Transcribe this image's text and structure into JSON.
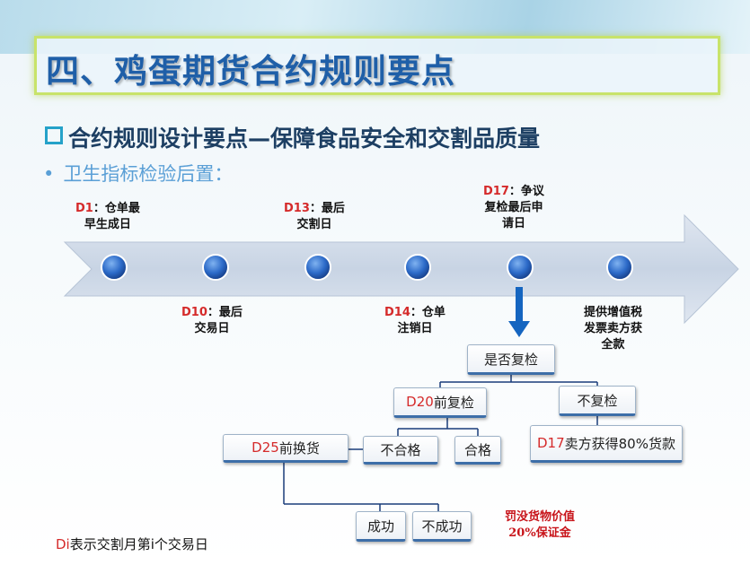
{
  "title": "四、鸡蛋期货合约规则要点",
  "subtitle": "合约规则设计要点—保障食品安全和交割品质量",
  "bullet": "卫生指标检验后置：",
  "timeline": {
    "nodes_top": [
      {
        "code": "D1",
        "text1": "：仓单最",
        "text2": "早生成日"
      },
      {
        "code": "D13",
        "text1": "：最后",
        "text2": "交割日"
      },
      {
        "code": "D17",
        "text1": "：争议",
        "text2": "复检最后申",
        "text3": "请日"
      }
    ],
    "nodes_bottom": [
      {
        "code": "D10",
        "text1": "：最后",
        "text2": "交易日"
      },
      {
        "code": "D14",
        "text1": "：仓单",
        "text2": "注销日"
      },
      {
        "code": "",
        "text1": "提供增值税",
        "text2": "发票卖方获",
        "text3": "全款"
      }
    ]
  },
  "flow": {
    "recheck_q": "是否复检",
    "d20": {
      "code": "D20",
      "text": "前复检"
    },
    "no_recheck": "不复检",
    "d25": {
      "code": "D25",
      "text": "前换货"
    },
    "fail": "不合格",
    "pass": "合格",
    "d17_seller": {
      "code": "D17",
      "text": "卖方获得80%货款"
    },
    "success": "成功",
    "not_success": "不成功",
    "penalty_line1": "罚没货物价值",
    "penalty_line2": "20%保证金"
  },
  "footnote": {
    "code": "Di",
    "text": "表示交割月第i个交易日"
  },
  "colors": {
    "accent_red": "#d52a2a",
    "title_blue": "#1f5fa8",
    "arrow_blue": "#1565c0"
  }
}
